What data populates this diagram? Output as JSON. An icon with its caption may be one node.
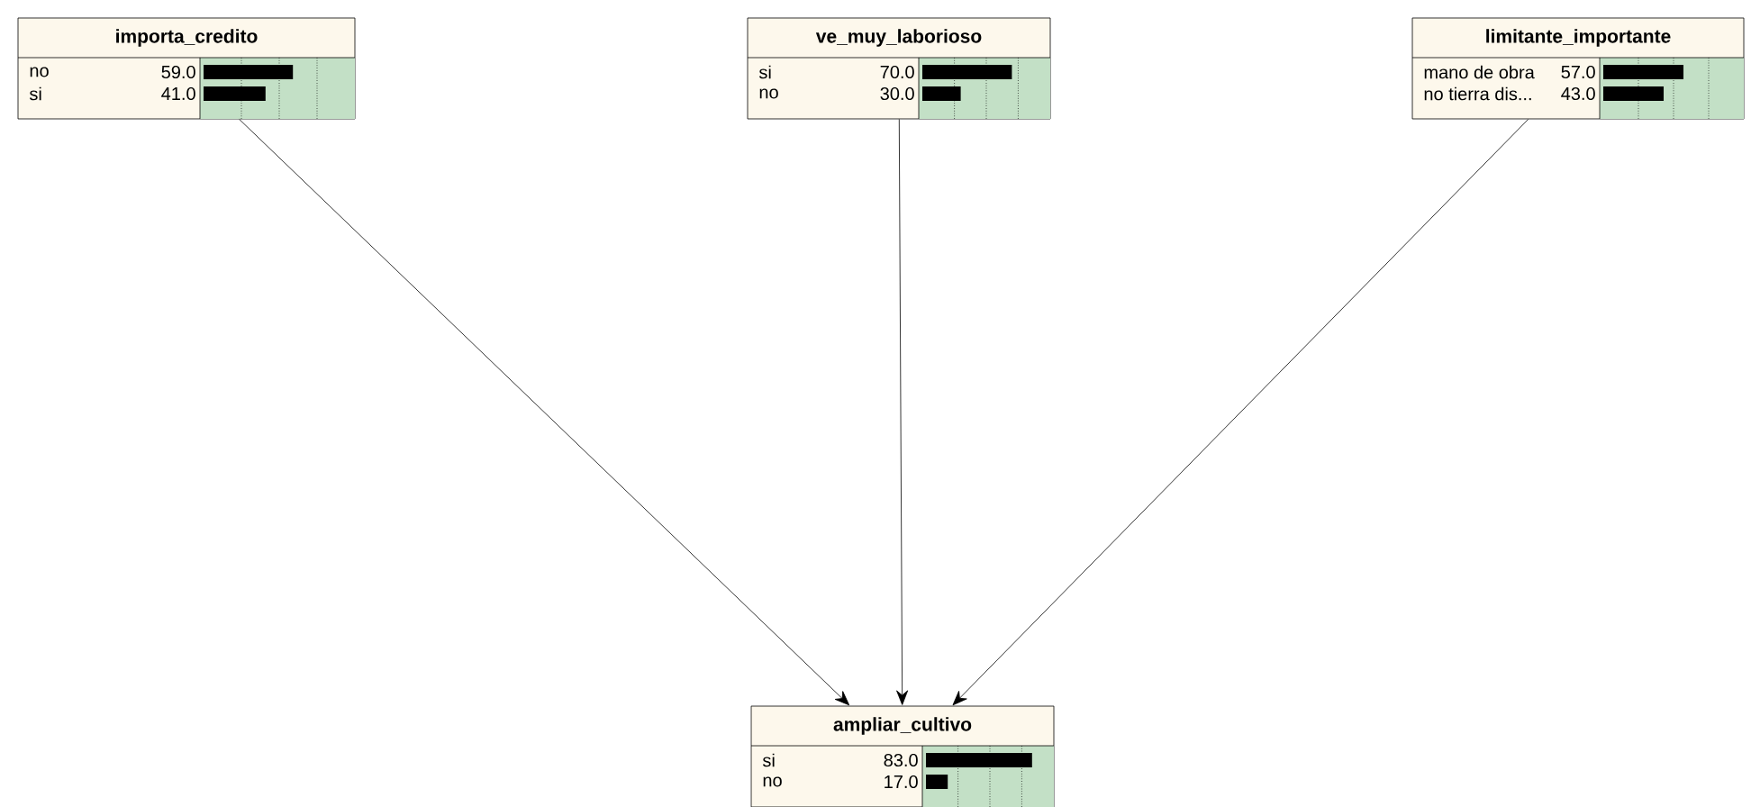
{
  "diagram": {
    "nodes": [
      {
        "text": [
          "importa_credito",
          "no",
          "59.0",
          "si",
          "41.0"
        ]
      },
      {
        "text": [
          "ve_muy_laborioso",
          "si",
          "70.0",
          "no",
          "30.0"
        ]
      },
      {
        "text": [
          "limitante_importante",
          "mano de obra",
          "57.0",
          "no tierra dis...",
          "43.0"
        ]
      },
      {
        "text": [
          "ampliar_cultivo",
          "si",
          "83.0",
          "no",
          "17.0"
        ]
      }
    ],
    "edges": [
      {
        "from": 0,
        "to": 3,
        "arrow": "to"
      },
      {
        "from": 1,
        "to": 3,
        "arrow": "to"
      },
      {
        "from": 2,
        "to": 3,
        "arrow": "to"
      }
    ]
  }
}
